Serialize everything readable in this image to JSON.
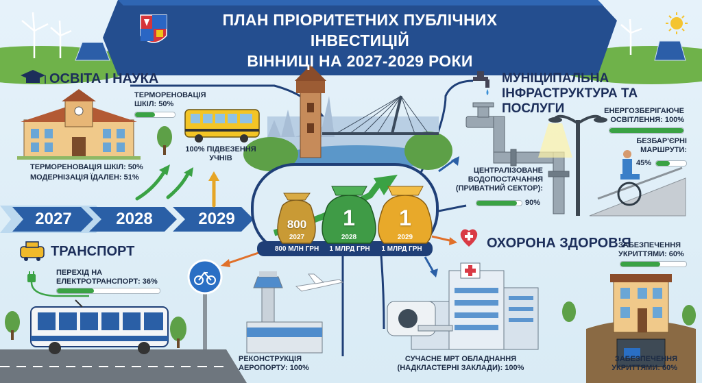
{
  "title": {
    "line1": "План пріоритетних публічних інвестицій",
    "line2": "Вінниці на 2027-2029 роки"
  },
  "timeline": {
    "years": [
      "2027",
      "2028",
      "2029"
    ]
  },
  "center": {
    "bags": [
      {
        "value": "800",
        "year": "2027",
        "amount": "800 млн грн"
      },
      {
        "value": "1",
        "year": "2028",
        "amount": "1 млрд грн"
      },
      {
        "value": "1",
        "year": "2029",
        "amount": "1 млрд грн"
      }
    ]
  },
  "education": {
    "title": "Освіта і наука",
    "thermo": {
      "label_line1": "Термореновація",
      "label_line2": "шкіл: 50%",
      "progress": 0.5
    },
    "transport_pupils": "100% підвезення учнів",
    "thermo_summary": "Термореновація шкіл: 50%",
    "modernization": "Модернізація їдален: 51%"
  },
  "infrastructure": {
    "title_line1": "Муніципальна",
    "title_line2": "інфраструктура та послуги",
    "lighting": {
      "line1": "Енергозберігаюче",
      "line2": "освітлення: 100%",
      "progress": 1.0
    },
    "barrier_free": {
      "line1": "Безбар'єрні",
      "line2": "маршрути:",
      "value": "45%",
      "progress": 0.45
    },
    "water": {
      "line1": "Централізоване",
      "line2": "водопостачання",
      "line3": "(приватний сектор):",
      "value": "90%",
      "progress": 0.9
    }
  },
  "transport": {
    "title": "Транспорт",
    "electric": {
      "line1": "Перехід на",
      "line2": "електротранспорт: 36%",
      "progress": 0.36
    },
    "airport": {
      "line1": "Реконструкція",
      "line2": "аеропорту: 100%"
    }
  },
  "health": {
    "title": "Охорона здоров'я",
    "shelters_top": {
      "line1": "Забезпечення",
      "line2": "укриттями: 60%",
      "progress": 0.6
    },
    "mri": {
      "line1": "Сучасне МРТ обладнання",
      "line2": "(надкластерні заклади): 100%"
    },
    "shelters_bottom": {
      "line1": "Забезпечення",
      "line2": "укриттями: 60%"
    }
  },
  "colors": {
    "navy": "#1f3f77",
    "green": "#3aa244",
    "orange": "#e0702a",
    "gold": "#e6a526"
  }
}
